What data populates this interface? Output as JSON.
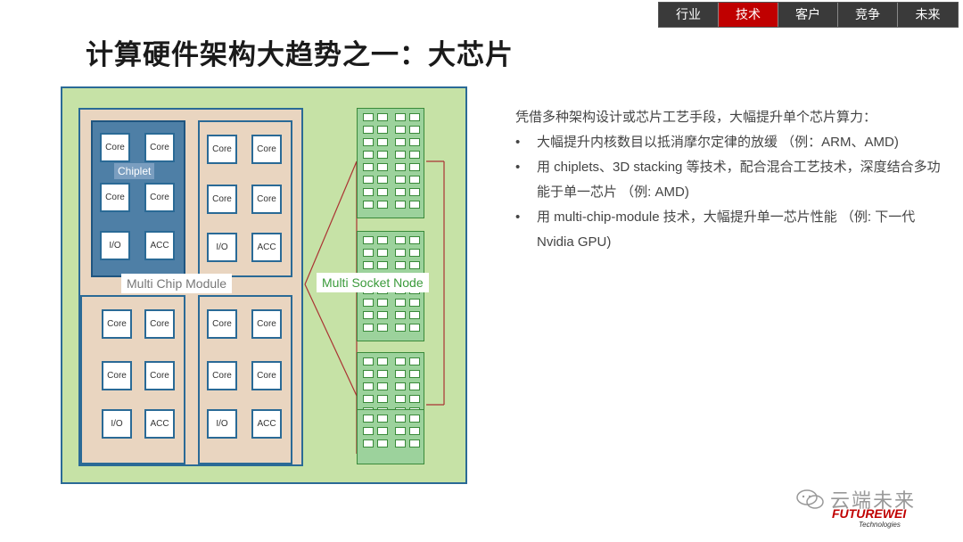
{
  "nav": {
    "items": [
      "行业",
      "技术",
      "客户",
      "竞争",
      "未来"
    ],
    "active_index": 1
  },
  "title": "计算硬件架构大趋势之一：大芯片",
  "diagram": {
    "core_label": "Core",
    "io_label": "I/O",
    "acc_label": "ACC",
    "chiplet_label": "Chiplet",
    "mcm_label": "Multi Chip Module",
    "socket_label": "Multi Socket Node"
  },
  "text": {
    "intro": "凭借多种架构设计或芯片工艺手段，大幅提升单个芯片算力：",
    "bullets": [
      "大幅提升内核数目以抵消摩尔定律的放缓 （例：ARM、AMD)",
      "用 chiplets、3D stacking 等技术，配合混合工艺技术，深度结合多功能于单一芯片 （例: AMD)",
      "用 multi-chip-module 技术，大幅提升单一芯片性能 （例: 下一代 Nvidia GPU)"
    ]
  },
  "branding": {
    "watermark": "云端未来",
    "company": "FUTUREWEI",
    "subtitle": "Technologies"
  },
  "colors": {
    "accent": "#c00000",
    "diagram_bg": "#c6e2a6",
    "border": "#2a6a96",
    "module_bg": "#e9d5c0",
    "chiplet_highlight": "#4e7fa6"
  }
}
